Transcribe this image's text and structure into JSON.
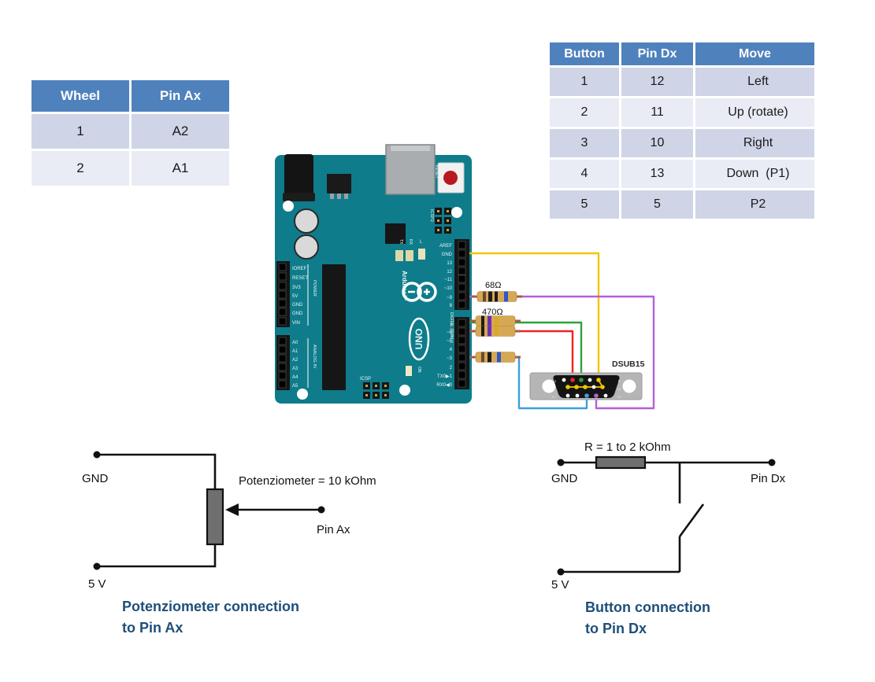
{
  "wheel_table": {
    "headers": [
      "Wheel",
      "Pin Ax"
    ],
    "rows": [
      [
        "1",
        "A2"
      ],
      [
        "2",
        "A1"
      ]
    ]
  },
  "button_table": {
    "headers": [
      "Button",
      "Pin Dx",
      "Move"
    ],
    "rows": [
      [
        "1",
        "12",
        "Left"
      ],
      [
        "2",
        "11",
        "Up (rotate)"
      ],
      [
        "3",
        "10",
        "Right"
      ],
      [
        "4",
        "13",
        "Down  (P1)"
      ],
      [
        "5",
        "5",
        "P2"
      ]
    ]
  },
  "arduino": {
    "brand": "Arduino™",
    "model": "UNO",
    "reset": "RESET",
    "icsp2": "ICSP2",
    "icsp": "ICSP",
    "on": "ON",
    "led_l": "L",
    "tx": "TX",
    "rx": "RX",
    "digital_label": "DIGITAL (PWM~)",
    "power_label": "POWER",
    "analog_label": "ANALOG IN",
    "power_pins": [
      "IOREF",
      "RESET",
      "3V3",
      "5V",
      "GND",
      "GND",
      "VIN"
    ],
    "analog_pins": [
      "A0",
      "A1",
      "A2",
      "A3",
      "A4",
      "A5"
    ],
    "digital_pins_upper": [
      "AREF",
      "GND",
      "13",
      "12",
      "~11",
      "~10",
      "~9",
      "8"
    ],
    "digital_pins_lower": [
      "7",
      "~6",
      "~5",
      "4",
      "~3",
      "2",
      "TX0▶1",
      "RX0◀0"
    ]
  },
  "circuit": {
    "resistor1_label": "68Ω",
    "resistor2_label": "470Ω",
    "connector_label": "DSUB15",
    "connector_pin_numbers": [
      "1",
      "5",
      "6",
      "10",
      "11",
      "15"
    ]
  },
  "pot_schematic": {
    "gnd": "GND",
    "v5": "5 V",
    "component": "Potenziometer = 10 kOhm",
    "pin": "Pin Ax",
    "caption_line1": "Potenziometer connection",
    "caption_line2": "to Pin Ax"
  },
  "button_schematic": {
    "gnd": "GND",
    "v5": "5 V",
    "component": "R = 1 to 2 kOhm",
    "pin": "Pin Dx",
    "caption_line1": "Button connection",
    "caption_line2": "to Pin Dx"
  },
  "colors": {
    "table_header": "#4f81bd",
    "row_dark": "#cfd5e7",
    "row_light": "#e9ecf5",
    "caption_blue": "#1f4e79",
    "board_teal": "#0e7c8b",
    "wire_yellow": "#f2c500",
    "wire_purple": "#b45fd9",
    "wire_green": "#2ea23c",
    "wire_red": "#ee2222",
    "wire_blue": "#3b9fdb"
  }
}
